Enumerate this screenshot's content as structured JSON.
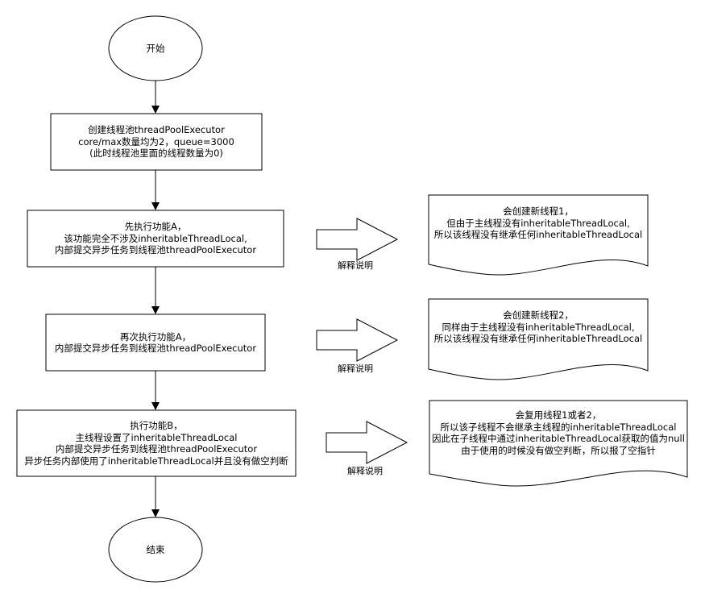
{
  "start": {
    "label": "开始"
  },
  "end": {
    "label": "结束"
  },
  "steps": [
    {
      "lines": [
        "创建线程池threadPoolExecutor",
        "core/max数量均为2，queue=3000",
        "(此时线程池里面的线程数量为0)"
      ]
    },
    {
      "lines": [
        "先执行功能A，",
        "该功能完全不涉及inheritableThreadLocal,",
        "内部提交异步任务到线程池threadPoolExecutor"
      ]
    },
    {
      "lines": [
        "再次执行功能A，",
        "内部提交异步任务到线程池threadPoolExecutor"
      ]
    },
    {
      "lines": [
        "执行功能B，",
        "主线程设置了inheritableThreadLocal",
        "内部提交异步任务到线程池threadPoolExecutor",
        "异步任务内部使用了inheritableThreadLocal并且没有做空判断"
      ]
    }
  ],
  "arrow_labels": [
    "解释说明",
    "解释说明",
    "解释说明"
  ],
  "notes": [
    {
      "lines": [
        "会创建新线程1，",
        "但由于主线程没有inheritableThreadLocal,",
        "所以该线程没有继承任何inheritableThreadLocal"
      ]
    },
    {
      "lines": [
        "会创建新线程2，",
        "同样由于主线程没有inheritableThreadLocal,",
        "所以该线程没有继承任何inheritableThreadLocal"
      ]
    },
    {
      "lines": [
        "会复用线程1或者2，",
        "所以该子线程不会继承主线程的inheritableThreadLocal",
        "因此在子线程中通过inheritableThreadLocal获取的值为null",
        "由于使用的时候没有做空判断，所以报了空指针"
      ]
    }
  ]
}
